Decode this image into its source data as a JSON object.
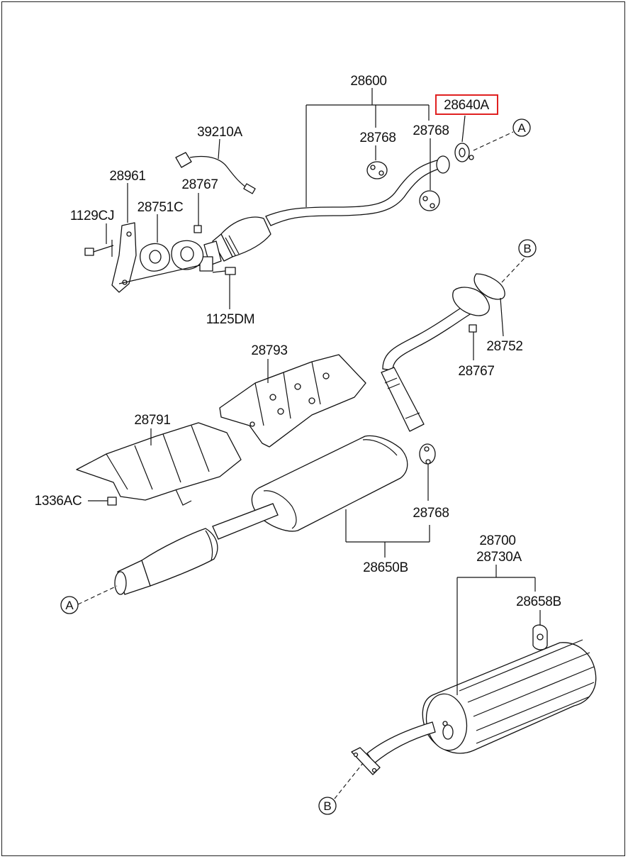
{
  "diagram": {
    "labels": {
      "p28600": "28600",
      "p28640A": "28640A",
      "p28768_a": "28768",
      "p28768_b": "28768",
      "p39210A": "39210A",
      "p28961": "28961",
      "p28767_a": "28767",
      "p1129CJ": "1129CJ",
      "p28751C": "28751C",
      "p1125DM": "1125DM",
      "p28752": "28752",
      "p28767_b": "28767",
      "p28793": "28793",
      "p28791": "28791",
      "p1336AC": "1336AC",
      "p28768_c": "28768",
      "p28650B": "28650B",
      "p28700": "28700",
      "p28730A": "28730A",
      "p28658B": "28658B"
    },
    "refs": {
      "a1": "A",
      "a2": "A",
      "b1": "B",
      "b2": "B"
    },
    "highlight_color": "#e02020"
  }
}
